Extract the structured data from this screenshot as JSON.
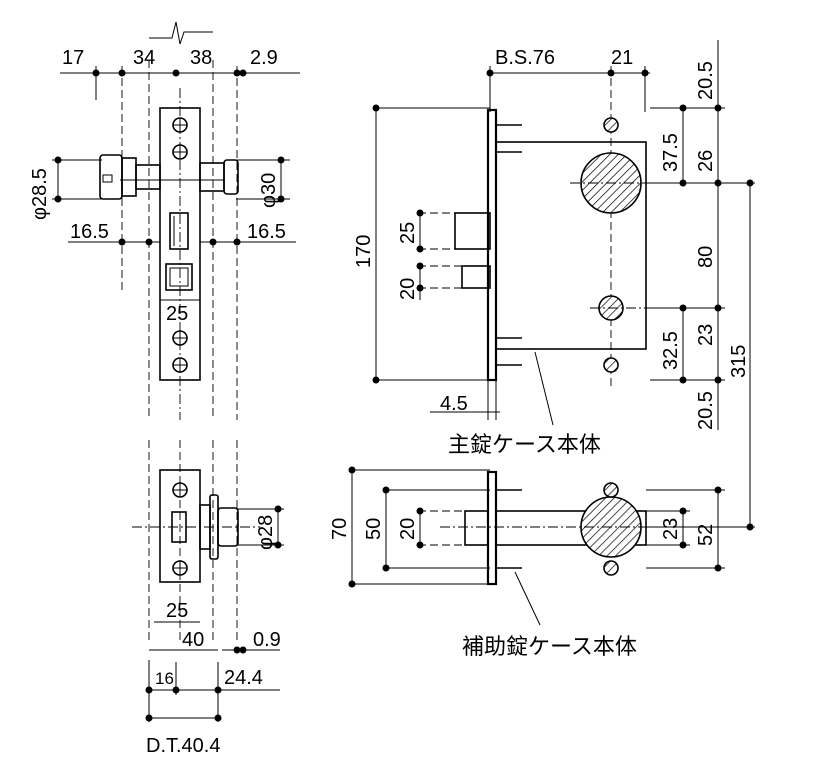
{
  "front_view": {
    "top_dims": [
      "17",
      "34",
      "38",
      "2.9"
    ],
    "knob_dia_left": "φ28.5",
    "knob_dia_right": "φ30",
    "rose_left": "16.5",
    "rose_right": "16.5",
    "latch_width": "25"
  },
  "aux_front_view": {
    "knob_dia": "φ28",
    "width": "25",
    "dim_40": "40",
    "dim_0_9": "0.9",
    "dim_16": "16",
    "dim_24_4": "24.4",
    "door_thickness": "D.T.40.4"
  },
  "main_case": {
    "backset": "B.S.76",
    "dim_21": "21",
    "height": "170",
    "latch_25": "25",
    "deadbolt_20": "20",
    "faceplate_4_5": "4.5",
    "caption": "主錠ケース本体"
  },
  "right_dims": {
    "top_20_5": "20.5",
    "dim_37_5": "37.5",
    "dim_26": "26",
    "dim_80": "80",
    "dim_32_5": "32.5",
    "dim_23": "23",
    "bottom_20_5": "20.5",
    "total_315": "315"
  },
  "aux_case": {
    "dim_70": "70",
    "dim_50": "50",
    "dim_20": "20",
    "dim_23": "23",
    "dim_52": "52",
    "caption": "補助錠ケース本体"
  }
}
